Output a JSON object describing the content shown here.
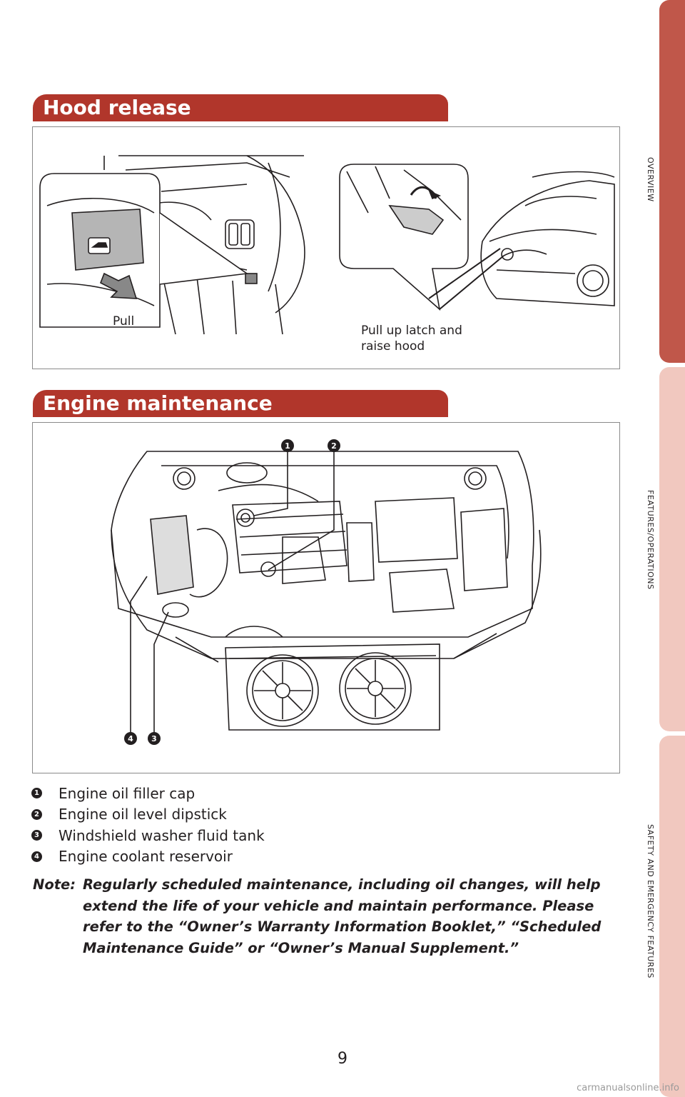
{
  "side_tabs": [
    {
      "label": "OVERVIEW",
      "color": "#c0574a"
    },
    {
      "label": "FEATURES/OPERATIONS",
      "color": "#f1c8bf"
    },
    {
      "label": "SAFETY AND EMERGENCY FEATURES",
      "color": "#f1c8bf"
    }
  ],
  "colors": {
    "banner": "#b1362b",
    "accent_tab": "#c0574a",
    "muted_tab": "#f1c8bf"
  },
  "hood_release": {
    "title": "Hood release",
    "pull_label": "Pull",
    "latch_caption": "Pull up latch and raise hood"
  },
  "engine_maintenance": {
    "title": "Engine maintenance",
    "callouts": [
      "1",
      "2",
      "3",
      "4"
    ],
    "items": [
      {
        "number": "1",
        "text": "Engine oil filler cap"
      },
      {
        "number": "2",
        "text": "Engine oil level dipstick"
      },
      {
        "number": "3",
        "text": "Windshield washer fluid tank"
      },
      {
        "number": "4",
        "text": "Engine coolant reservoir"
      }
    ]
  },
  "note": {
    "label": "Note:",
    "text": "Regularly scheduled maintenance, including oil changes, will help extend the life of your vehicle and maintain performance. Please refer to the “Owner’s Warranty Information Booklet,” “Scheduled Maintenance Guide” or “Owner’s Manual Supplement.”"
  },
  "page_number": "9",
  "watermark": "carmanualsonline.info"
}
